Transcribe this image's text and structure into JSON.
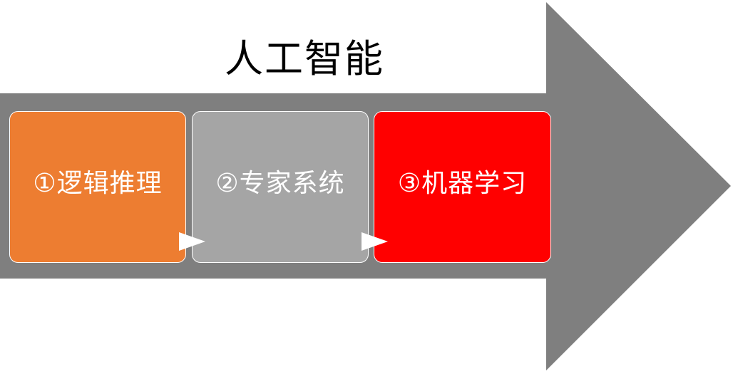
{
  "title": "人工智能",
  "colors": {
    "arrow": "#7f7f7f",
    "stage_1": "#ed7d31",
    "stage_2": "#a5a5a5",
    "stage_3": "#ff0000",
    "text": "#ffffff"
  },
  "stages": [
    {
      "label": "①逻辑推理",
      "color": "#ed7d31"
    },
    {
      "label": "②专家系统",
      "color": "#a5a5a5"
    },
    {
      "label": "③机器学习",
      "color": "#ff0000"
    }
  ],
  "connectors": [
    {
      "icon": "triangle-right-icon",
      "from": 1,
      "to": 2
    },
    {
      "icon": "triangle-right-icon",
      "from": 2,
      "to": 3
    }
  ]
}
